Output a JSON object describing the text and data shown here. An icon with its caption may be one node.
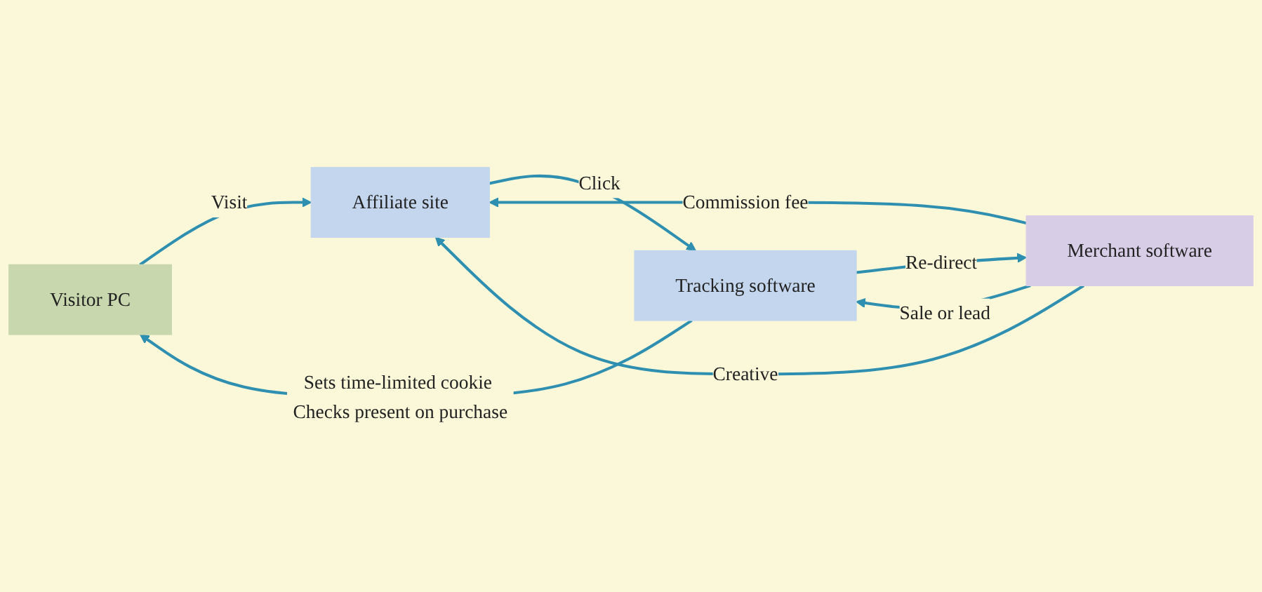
{
  "diagram": {
    "nodes": [
      {
        "text": [
          "Visitor PC"
        ]
      },
      {
        "text": [
          "Affiliate site"
        ]
      },
      {
        "text": [
          "Tracking software"
        ]
      },
      {
        "text": [
          "Merchant software"
        ]
      }
    ],
    "edges": [
      {
        "from": 0,
        "to": 1,
        "label": "Visit",
        "arrow": "to"
      },
      {
        "from": 1,
        "to": 2,
        "label": "Click",
        "arrow": "to"
      },
      {
        "from": 2,
        "to": 3,
        "label": "Re-direct",
        "arrow": "to"
      },
      {
        "from": 3,
        "to": 1,
        "label": "Commission fee",
        "arrow": "to"
      },
      {
        "from": 3,
        "to": 1,
        "label": "Creative",
        "arrow": "to"
      },
      {
        "from": 2,
        "to": 0,
        "label": "Sets time-limited cookie Checks present on purchase",
        "arrow": "to"
      },
      {
        "from": 3,
        "to": 2,
        "label": "Sale or lead",
        "arrow": "to"
      }
    ]
  }
}
